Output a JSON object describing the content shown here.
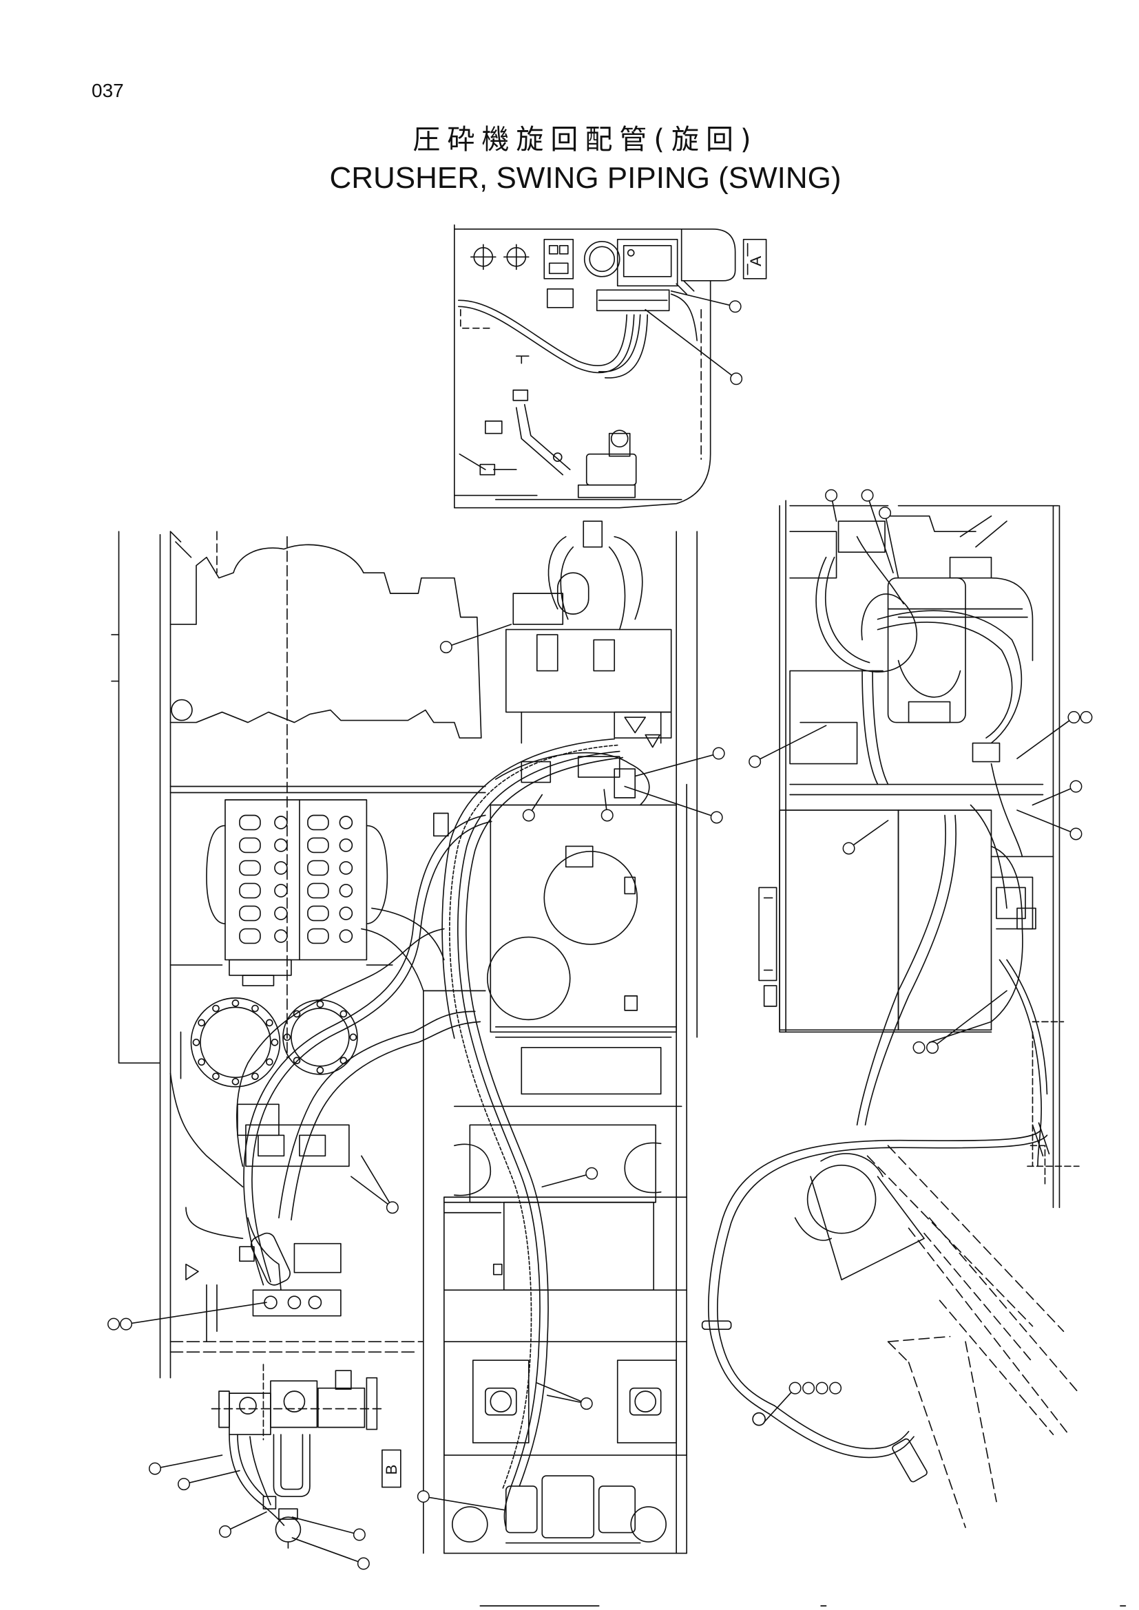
{
  "page": {
    "number": "037"
  },
  "title": {
    "jp": "圧砕機旋回配管(旋回)",
    "en": "CRUSHER, SWING PIPING (SWING)"
  },
  "views": {
    "a_label": "A",
    "b_label": "B"
  }
}
